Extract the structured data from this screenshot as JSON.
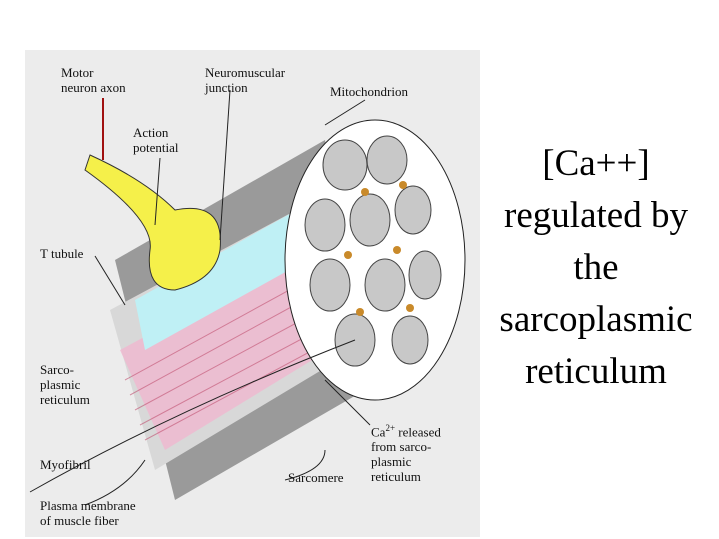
{
  "title": {
    "line1": "[Ca++]",
    "line2": "regulated by",
    "line3": "the",
    "line4": "sarcoplasmic",
    "line5": "reticulum"
  },
  "labels": {
    "motor_neuron_axon": "Motor\nneuron axon",
    "neuromuscular_junction": "Neuromuscular\njunction",
    "mitochondrion": "Mitochondrion",
    "action_potential": "Action\npotential",
    "t_tubule": "T tubule",
    "sarcoplasmic_reticulum": "Sarco-\nplasmic\nreticulum",
    "myofibril": "Myofibril",
    "plasma_membrane": "Plasma membrane\nof muscle fiber",
    "sarcomere": "Sarcomere",
    "ca_released_prefix": "Ca",
    "ca_released_sup": "2+",
    "ca_released_rest": " released\nfrom sarco-\nplasmic\nreticulum"
  },
  "colors": {
    "neuron": "#f5f04a",
    "muscle_gray": "#8c8c8c",
    "myofibril_pink": "#e8a0c0",
    "reticulum_cyan": "#bff0f5"
  }
}
